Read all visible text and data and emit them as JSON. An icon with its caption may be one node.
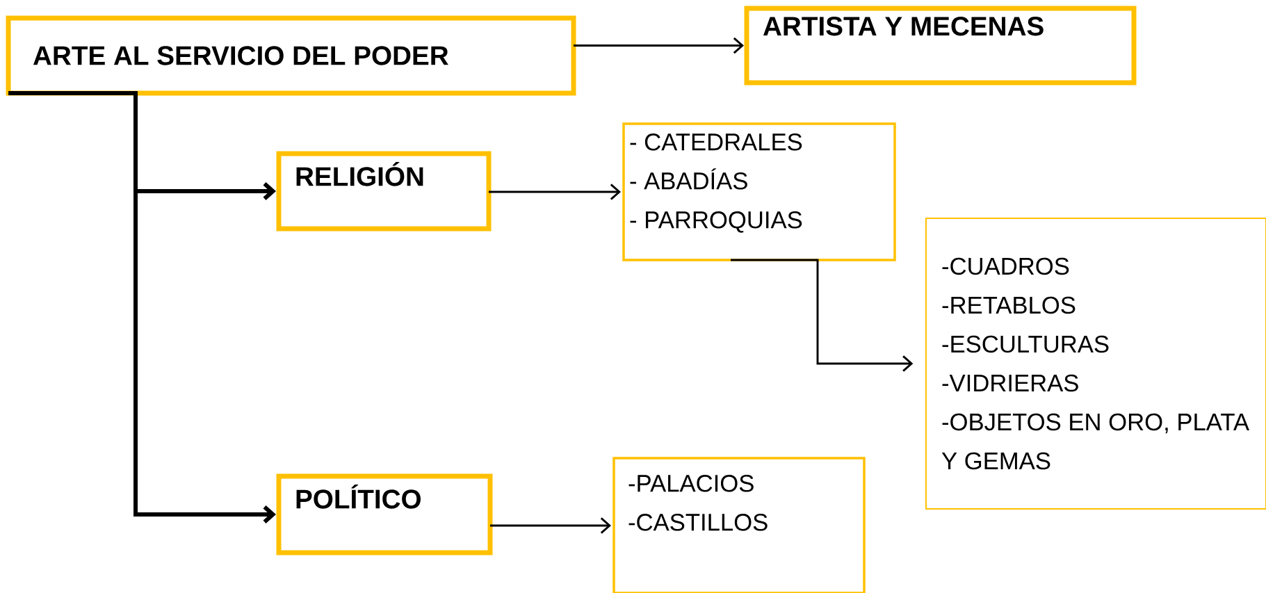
{
  "diagram": {
    "nodes": [
      {
        "text": [
          "ARTE AL SERVICIO DEL PODER"
        ]
      },
      {
        "text": [
          "ARTISTA Y MECENAS"
        ]
      },
      {
        "text": [
          "RELIGIÓN"
        ]
      },
      {
        "text": [
          "- CATEDRALES",
          "- ABADÍAS",
          "- PARROQUIAS"
        ]
      },
      {
        "text": [
          "-CUADROS",
          "-RETABLOS",
          "-ESCULTURAS",
          "-VIDRIERAS",
          "-OBJETOS EN ORO, PLATA Y GEMAS"
        ]
      },
      {
        "text": [
          "POLÍTICO"
        ]
      },
      {
        "text": [
          "-PALACIOS",
          "-CASTILLOS"
        ]
      }
    ],
    "edges": [
      {
        "from": 0,
        "to": 1,
        "arrow": "to"
      },
      {
        "from": 0,
        "to": 2,
        "arrow": "to",
        "style": "thick"
      },
      {
        "from": 2,
        "to": 3,
        "arrow": "to"
      },
      {
        "from": 3,
        "to": 4,
        "arrow": "to"
      },
      {
        "from": 0,
        "to": 5,
        "arrow": "to",
        "style": "thick"
      },
      {
        "from": 5,
        "to": 6,
        "arrow": "to"
      }
    ]
  }
}
